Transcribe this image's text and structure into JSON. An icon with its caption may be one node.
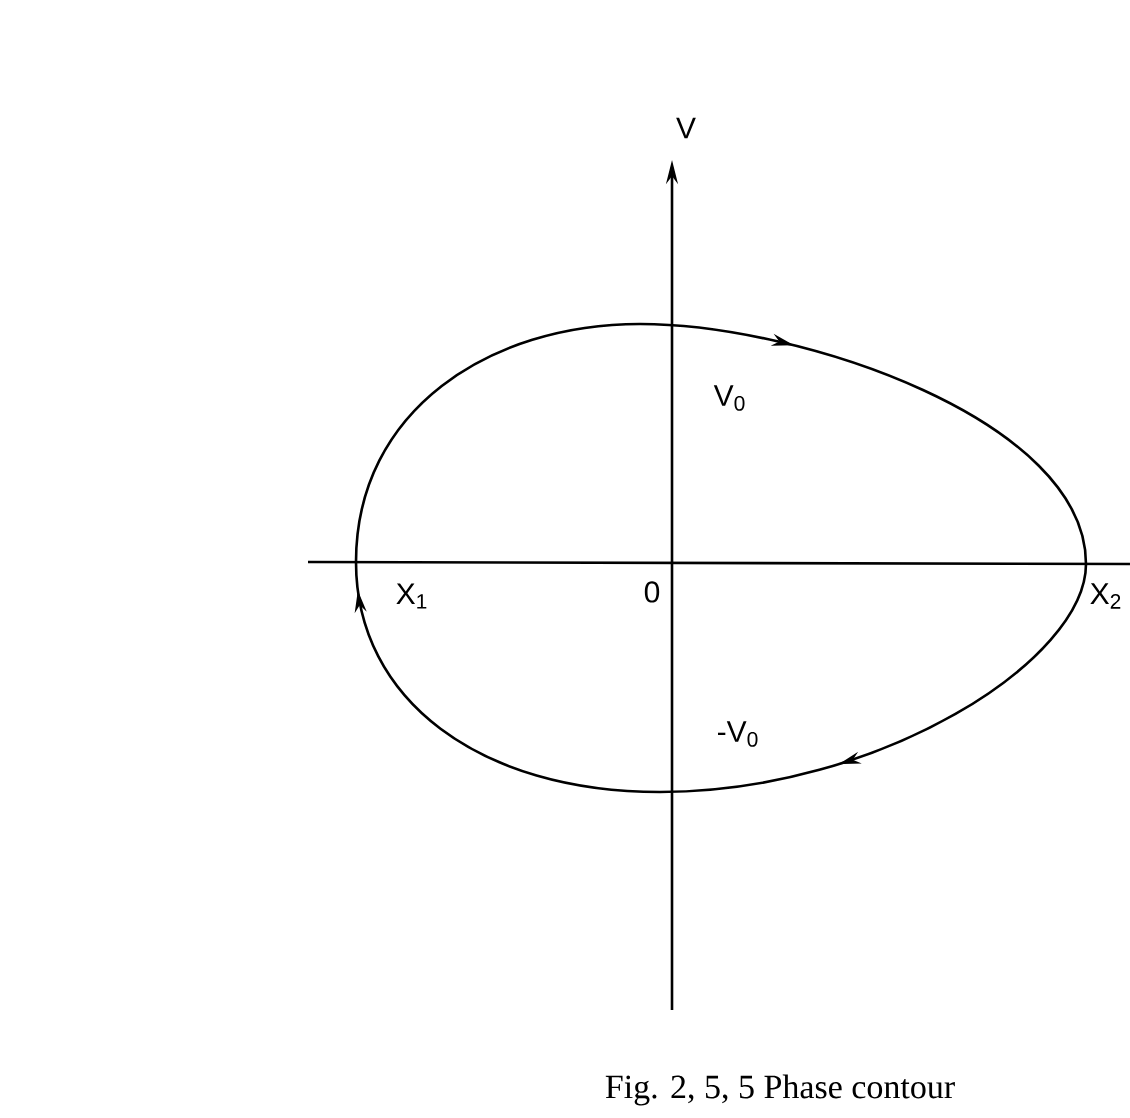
{
  "diagram": {
    "caption": "Fig. 2, 5, 5 Phase contour",
    "labels": [
      "V",
      "V$_{0}$",
      "X$_{1}$",
      "0",
      "X$_{2}$",
      "-V$_{0}$"
    ]
  }
}
